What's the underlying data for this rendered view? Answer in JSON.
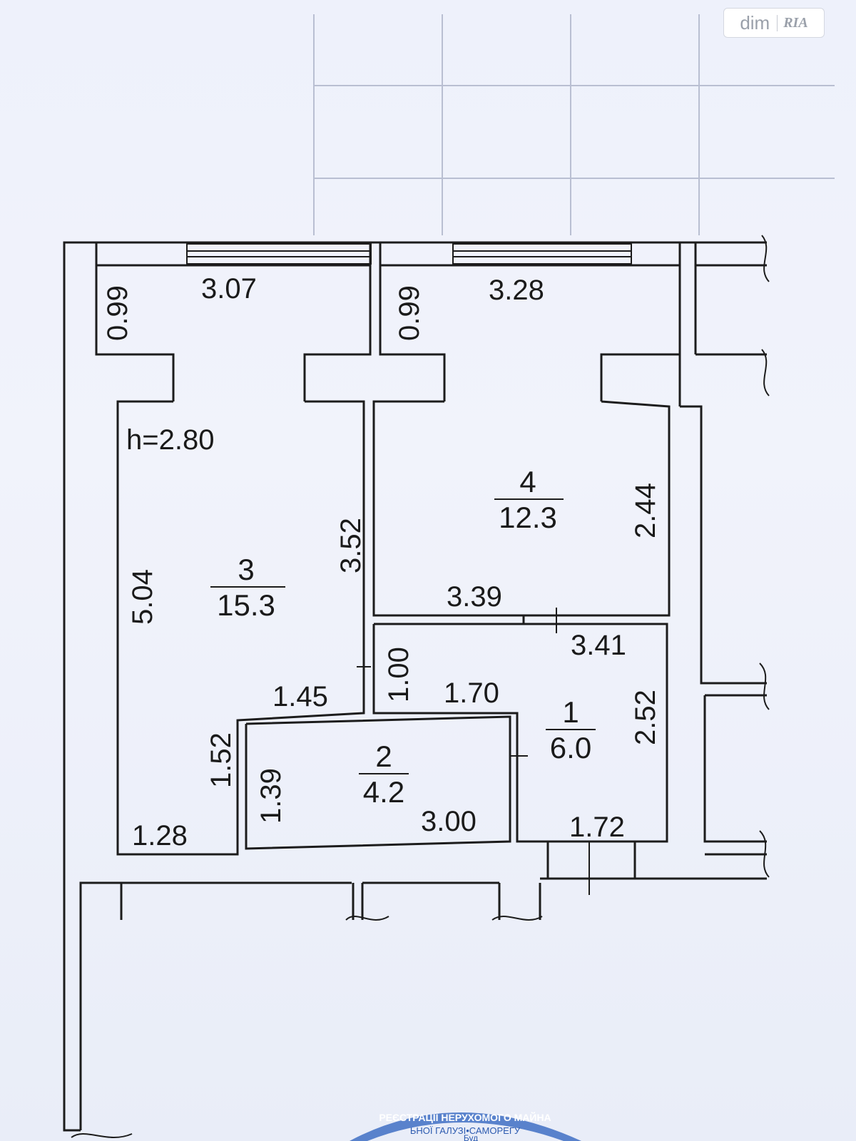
{
  "watermark": {
    "left": "dim",
    "right": "RIA"
  },
  "ceiling_height": "h=2.80",
  "rooms": [
    {
      "number": "1",
      "area": "6.0"
    },
    {
      "number": "2",
      "area": "4.2"
    },
    {
      "number": "3",
      "area": "15.3"
    },
    {
      "number": "4",
      "area": "12.3"
    }
  ],
  "dimensions": {
    "balcony_left_width": "3.07",
    "balcony_left_depth": "0.99",
    "balcony_right_width": "3.28",
    "balcony_right_depth": "0.99",
    "room3_length": "5.04",
    "room3_width": "3.52",
    "room3_step": "1.45",
    "room3_notch_height": "1.52",
    "room3_notch_width": "1.28",
    "room4_height": "2.44",
    "room4_width": "3.39",
    "room1_width_top": "3.41",
    "room1_height": "2.52",
    "room1_width_bottom": "1.72",
    "corridor_width": "1.00",
    "corridor_length": "1.70",
    "room2_height": "1.39",
    "room2_width": "3.00"
  },
  "stamp": {
    "line1": "РЕЄСТРАЦІЇ НЕРУХОМОГО МАЙНА",
    "line2": "ЬНОЇ ГАЛУЗІ•САМОРЕГУ",
    "line3": "Буд"
  },
  "colors": {
    "paper": "#eef1fb",
    "ink": "#1c1c1c",
    "stamp": "#3f6fc4"
  }
}
